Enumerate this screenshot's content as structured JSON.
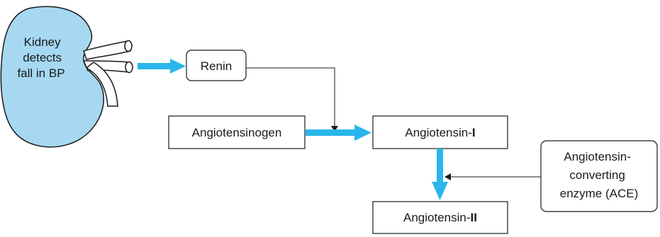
{
  "kidney": {
    "label_lines": [
      "Kidney",
      "detects",
      "fall in BP"
    ],
    "fill_color": "#a6d8f2"
  },
  "nodes": {
    "renin": "Renin",
    "angiotensinogen": "Angiotensinogen",
    "angiotensin_1": {
      "prefix": "Angiotensin-",
      "suffix": "I"
    },
    "angiotensin_2": {
      "prefix": "Angiotensin-",
      "suffix": "II"
    },
    "ace_lines": [
      "Angiotensin-",
      "converting",
      "enzyme (ACE)"
    ]
  },
  "colors": {
    "arrow": "#29b6ea",
    "stroke": "#1a1a1a"
  }
}
